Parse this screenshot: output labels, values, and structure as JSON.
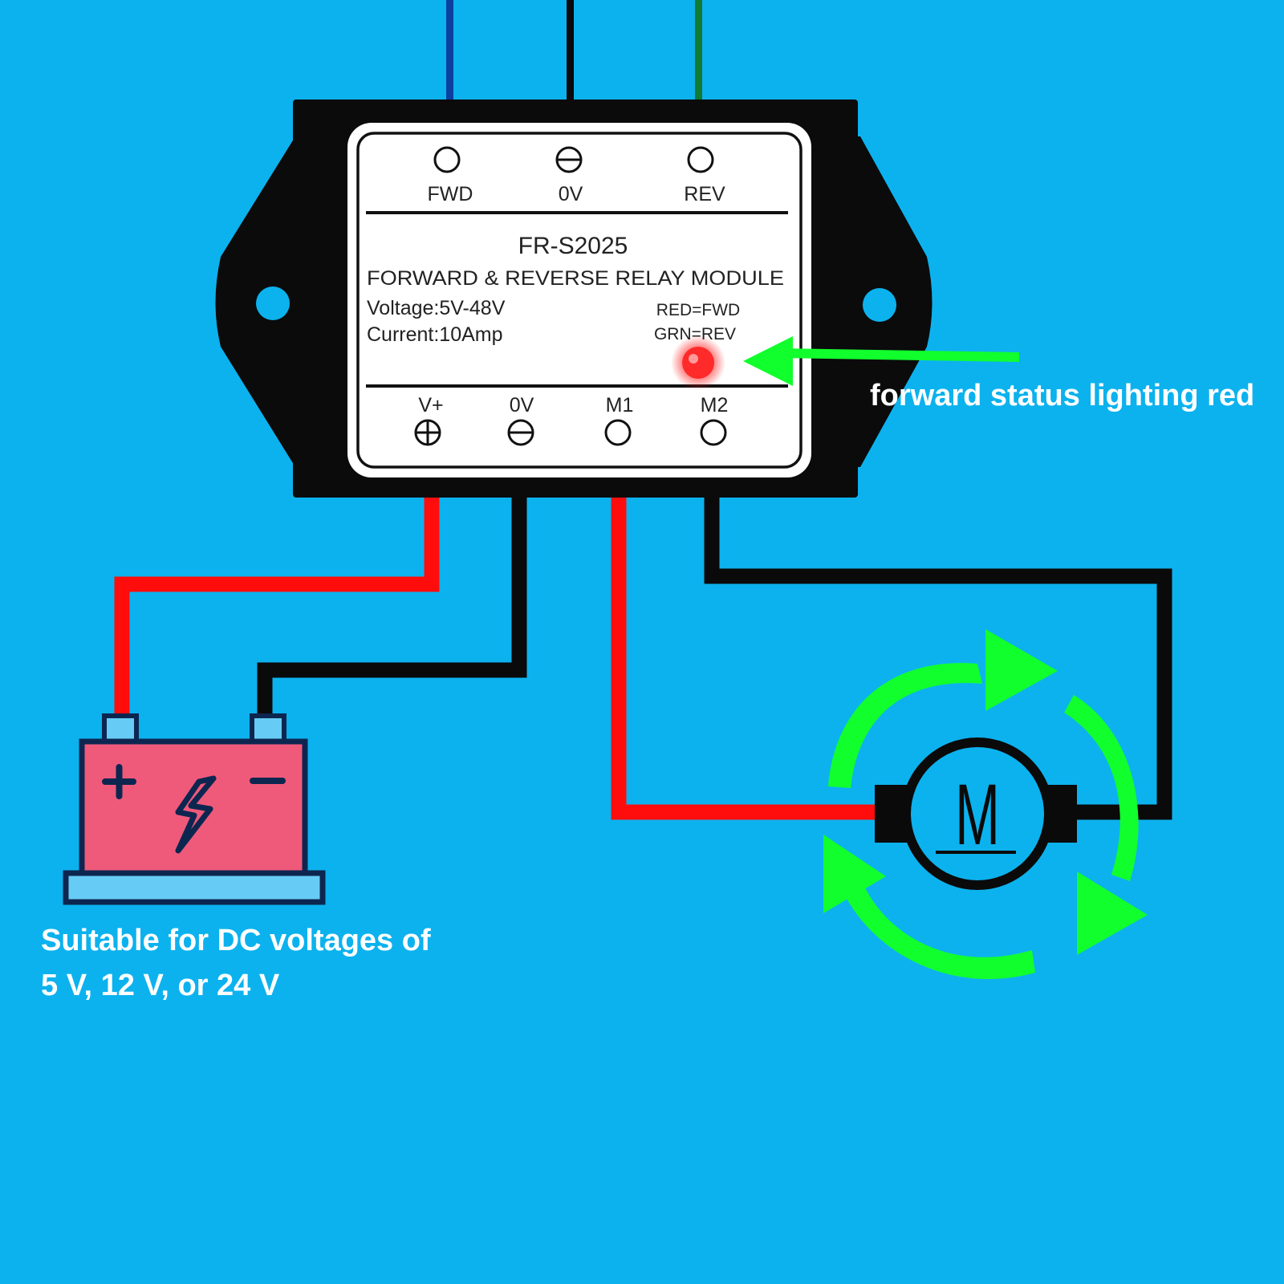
{
  "module": {
    "model": "FR-S2025",
    "title": "FORWARD & REVERSE RELAY MODULE",
    "voltage": "Voltage:5V-48V",
    "current": "Current:10Amp",
    "legend_red": "RED=FWD",
    "legend_green": "GRN=REV",
    "top_terminals": [
      "FWD",
      "0V",
      "REV"
    ],
    "bottom_terminals": [
      "V+",
      "0V",
      "M1",
      "M2"
    ],
    "led_state": "red"
  },
  "annotation": "forward status lighting red",
  "battery_caption": {
    "line1": "Suitable for DC voltages of",
    "line2": "5 V, 12 V, or 24 V"
  },
  "motor": {
    "label": "M"
  },
  "colors": {
    "background": "#0cb2ee",
    "wire_red": "#ff0d0d",
    "wire_black": "#0a0a0a",
    "wire_blue": "#0b3fa0",
    "wire_green": "#137a33",
    "arrow_green": "#11ff2d",
    "battery_body": "#ef5a7a",
    "battery_base": "#66ccf5",
    "led_red": "#ff2a2a"
  }
}
